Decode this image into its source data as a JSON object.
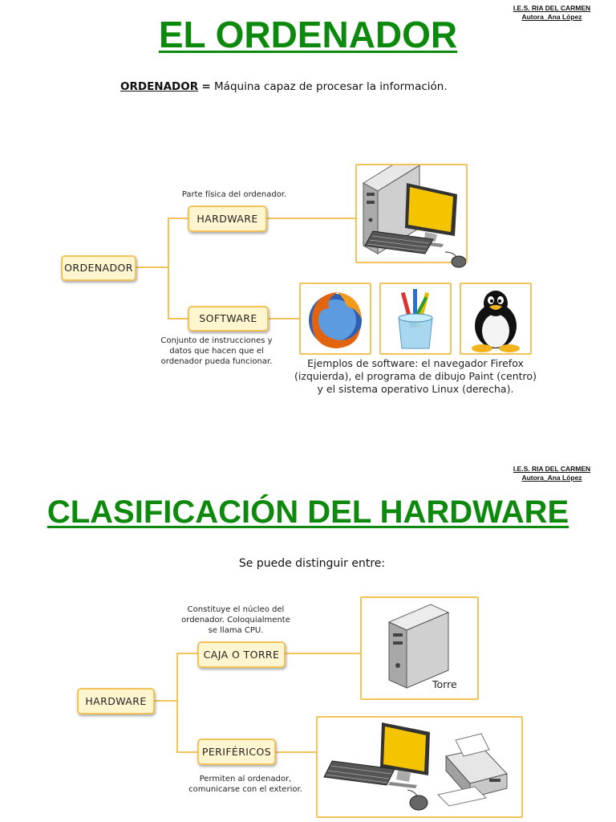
{
  "school": {
    "line1": "I.E.S. RIA DEL CARMEN",
    "line2": "Autora_Ana López"
  },
  "section1": {
    "title": "EL ORDENADOR",
    "definition": {
      "keyword": "ORDENADOR",
      "equals": "=",
      "text": "Máquina capaz de procesar la información."
    },
    "root": "ORDENADOR",
    "hardware": {
      "label": "HARDWARE",
      "note": "Parte física del ordenador."
    },
    "software": {
      "label": "SOFTWARE",
      "note": [
        "Conjunto de instrucciones y",
        "datos que hacen que el",
        "ordenador pueda funcionar."
      ],
      "examples": [
        "Ejemplos de software: el navegador Firefox",
        "(izquierda), el programa de dibujo Paint (centro)",
        "y el sistema operativo Linux (derecha)."
      ]
    }
  },
  "section2": {
    "title": "CLASIFICACIÓN DEL HARDWARE",
    "intro": "Se puede distinguir entre:",
    "root": "HARDWARE",
    "caja": {
      "label": "CAJA O TORRE",
      "note": [
        "Constituye el núcleo del",
        "ordenador. Coloquialmente",
        "se llama CPU."
      ],
      "image_label": "Torre"
    },
    "perifericos": {
      "label": "PERIFÉRICOS",
      "note": [
        "Permiten al ordenador,",
        "comunicarse con el exterior."
      ]
    }
  },
  "colors": {
    "title_green": "#0d8a0d",
    "node_fill": "#fff6cf",
    "node_border": "#f1c35a",
    "screen_yellow": "#f5c400"
  }
}
